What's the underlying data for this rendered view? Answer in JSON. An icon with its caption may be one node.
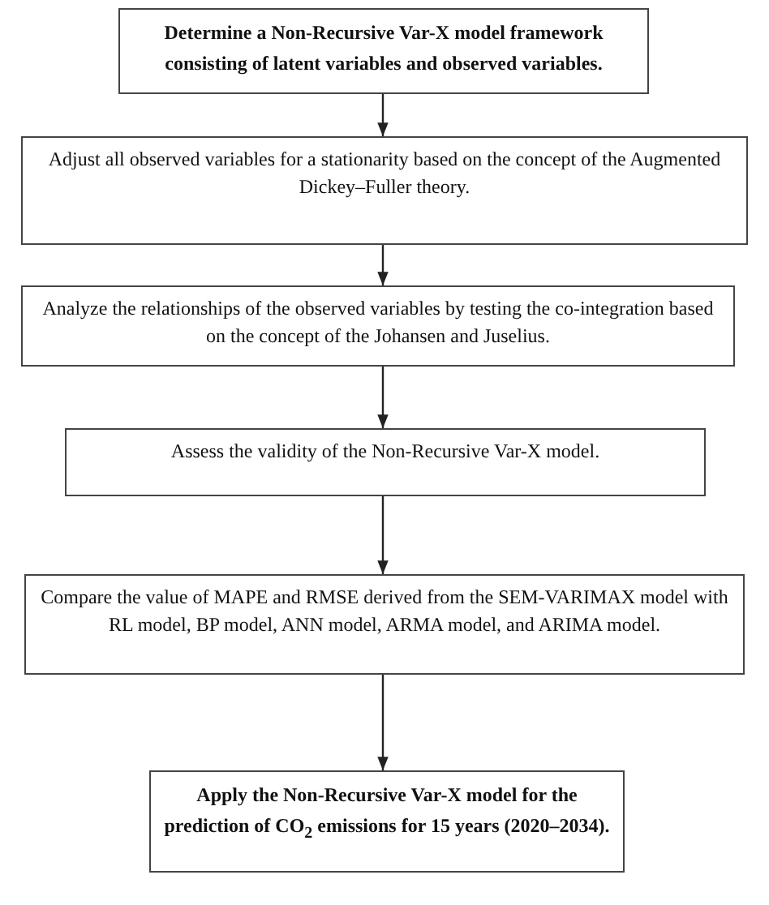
{
  "diagram": {
    "nodes": [
      {
        "text": [
          "Determine a Non-Recursive Var-X model framework consisting of latent variables and observed variables."
        ]
      },
      {
        "text": [
          "Adjust all observed variables for a stationarity based on the concept of the Augmented Dickey–Fuller theory."
        ]
      },
      {
        "text": [
          "Analyze the relationships of the observed variables by testing the co-integration based on the concept of the Johansen and Juselius."
        ]
      },
      {
        "text": [
          "Assess the validity of the Non-Recursive Var-X model."
        ]
      },
      {
        "text": [
          "Compare the value of MAPE and RMSE derived from the SEM-VARIMAX model with RL model, BP model, ANN model, ARMA model, and ARIMA model."
        ]
      },
      {
        "text": [
          "Apply the Non-Recursive Var-X model for the prediction of CO$_{2}$ emissions for 15 years (2020–2034)."
        ]
      }
    ],
    "edges": [
      {
        "from": 0,
        "to": 1,
        "arrow": "to"
      },
      {
        "from": 1,
        "to": 2,
        "arrow": "to"
      },
      {
        "from": 2,
        "to": 3,
        "arrow": "to"
      },
      {
        "from": 3,
        "to": 4,
        "arrow": "to"
      },
      {
        "from": 4,
        "to": 5,
        "arrow": "to"
      }
    ]
  }
}
